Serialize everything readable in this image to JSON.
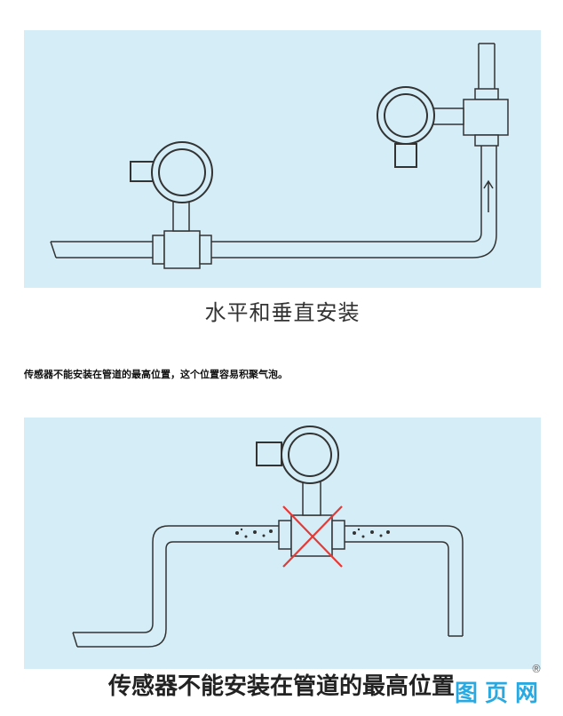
{
  "figure1": {
    "caption": "水平和垂直安装"
  },
  "note": "传感器不能安装在管道的最高位置，这个位置容易积聚气泡。",
  "figure2": {
    "caption": "传感器不能安装在管道的最高位置"
  },
  "watermark": {
    "text": "图页网",
    "mark": "®"
  }
}
